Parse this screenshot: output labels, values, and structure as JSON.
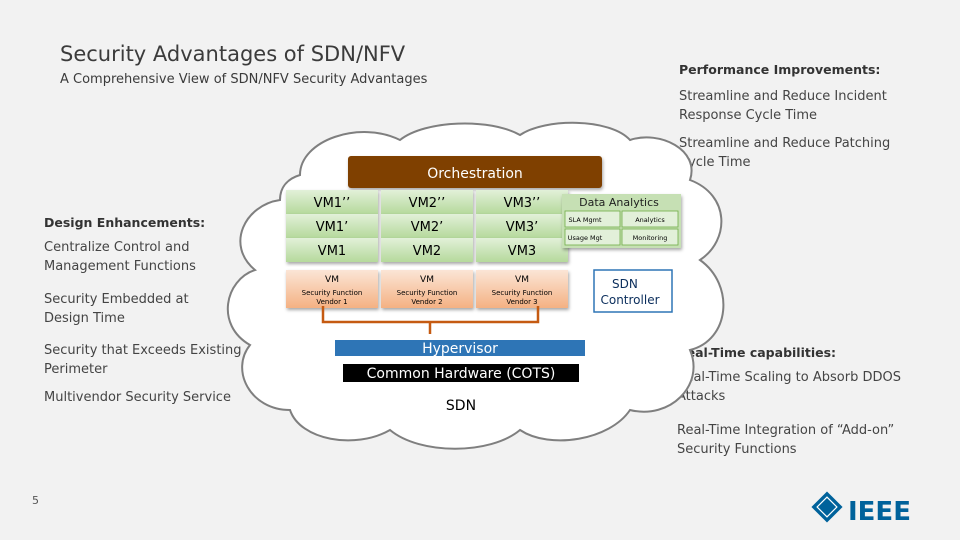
{
  "header": {
    "title": "Security Advantages of SDN/NFV",
    "subtitle": "A Comprehensive View of SDN/NFV Security Advantages"
  },
  "right_top": {
    "heading": "Performance Improvements:",
    "item1_line1": "Streamline and Reduce Incident",
    "item1_line2": "Response Cycle Time",
    "item2_line1": "Streamline and Reduce Patching",
    "item2_line2": "Cycle Time"
  },
  "left": {
    "heading": "Design Enhancements:",
    "item1_line1": "Centralize Control and",
    "item1_line2": "Management Functions",
    "item2_line1": "Security Embedded at",
    "item2_line2": "Design Time",
    "item3_line1": "Security that Exceeds Existing",
    "item3_line2": "Perimeter",
    "item4": "Multivendor Security Service"
  },
  "right_bottom": {
    "heading": "Real-Time capabilities:",
    "item1_line1": "Real-Time Scaling to Absorb DDOS",
    "item1_line2": "Attacks",
    "item2_line1": "Real-Time Integration of “Add-on”",
    "item2_line2": "Security Functions"
  },
  "diagram": {
    "orchestration": "Orchestration",
    "vm_row3": [
      "VM1’’",
      "VM2’’",
      "VM3’’"
    ],
    "vm_row2": [
      "VM1’",
      "VM2’",
      "VM3’"
    ],
    "vm_row1": [
      "VM1",
      "VM2",
      "VM3"
    ],
    "vendors": [
      {
        "label": "VM",
        "line1": "Security Function",
        "line2": "Vendor 1"
      },
      {
        "label": "VM",
        "line1": "Security Function",
        "line2": "Vendor 2"
      },
      {
        "label": "VM",
        "line1": "Security Function",
        "line2": "Vendor 3"
      }
    ],
    "data_analytics": {
      "title": "Data Analytics",
      "cells": [
        "SLA Mgmt",
        "Analytics",
        "Usage Mgt",
        "Monitoring"
      ]
    },
    "sdn_controller_line1": "SDN",
    "sdn_controller_line2": "Controller",
    "hypervisor": "Hypervisor",
    "hardware": "Common Hardware (COTS)",
    "sdn": "SDN"
  },
  "footer": {
    "page_number": "5",
    "logo_text": "IEEE"
  },
  "colors": {
    "orchestration": "#7f3f00",
    "vm_green": "#c6e0b4",
    "vendor_orange": "#f4b183",
    "bracket": "#c55a11",
    "hypervisor": "#2e75b6",
    "hardware": "#000000",
    "ieee_blue": "#00629b"
  }
}
